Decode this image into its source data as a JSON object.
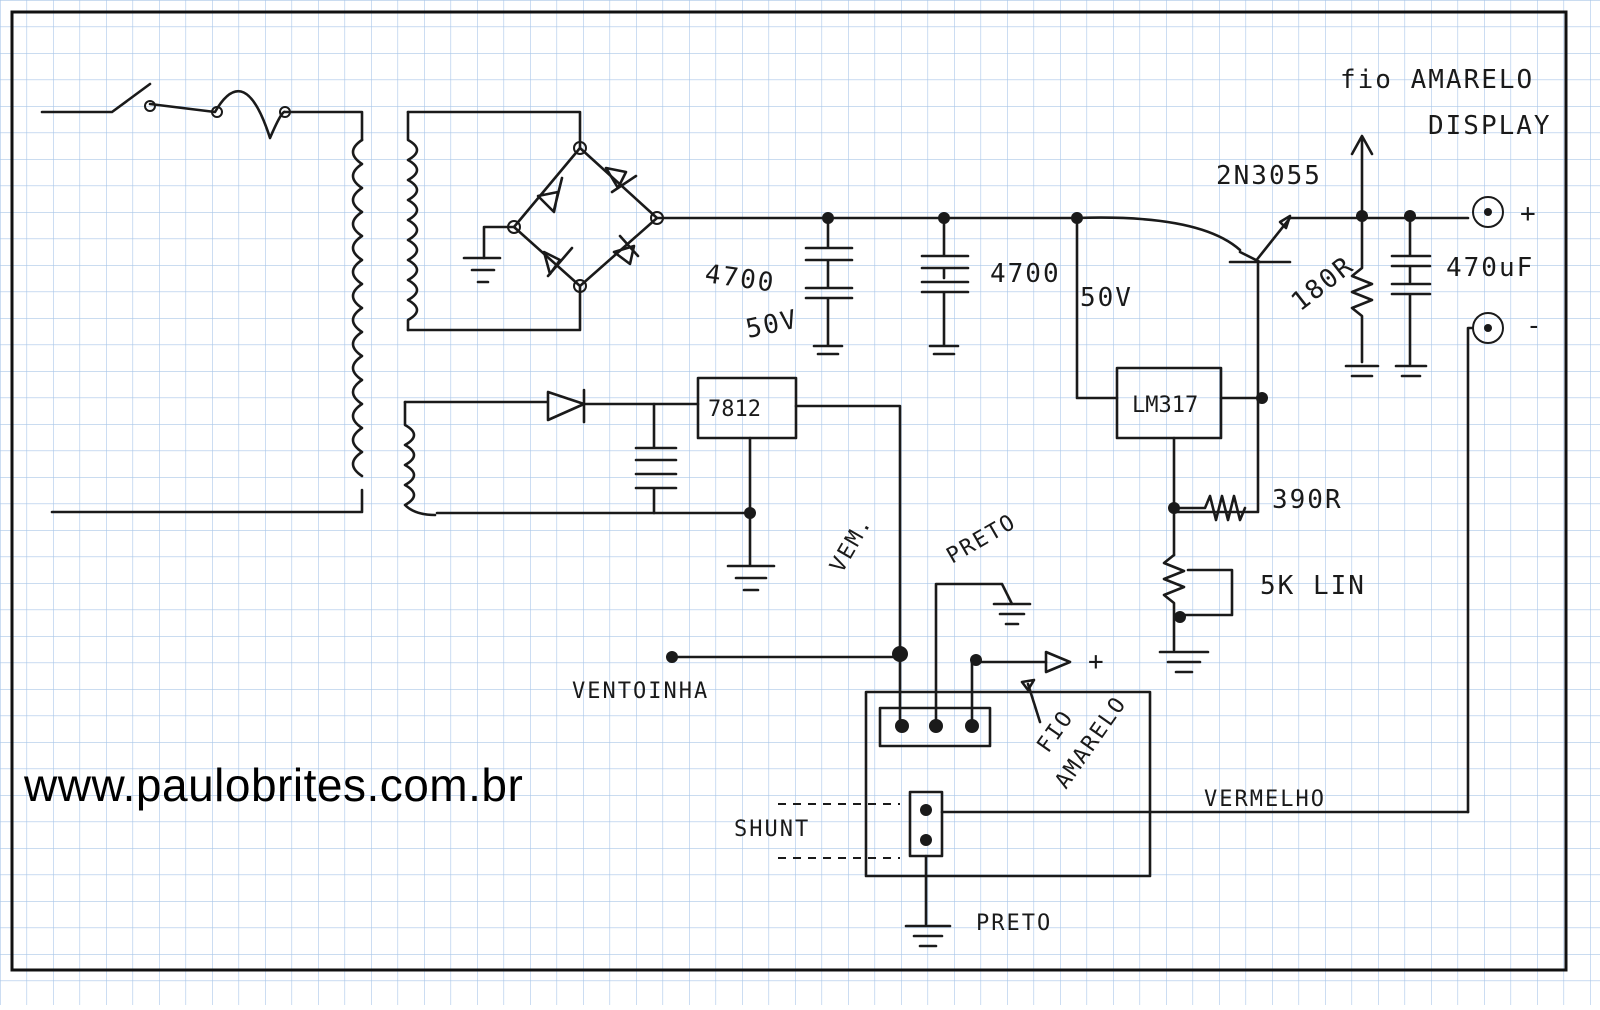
{
  "website": "www.paulobrites.com.br",
  "labels": {
    "fio_amarelo_display_line1": "fio AMARELO",
    "fio_amarelo_display_line2": "DISPLAY",
    "transistor": "2N3055",
    "cap1_value": "4700",
    "cap1_voltage": "50V",
    "cap2_value": "4700",
    "cap2_voltage": "50V",
    "resistor_180": "180R",
    "cap_470": "470uF",
    "plus_out": "+",
    "minus_out": "-",
    "regulator_7812": "7812",
    "regulator_lm317": "LM317",
    "resistor_390": "390R",
    "pot_5k": "5K LIN",
    "vem": "VEM.",
    "preto_top": "PRETO",
    "plus_meter": "+",
    "ventoinha": "VENTOINHA",
    "fio_amarelo_meter_line1": "FIO",
    "fio_amarelo_meter_line2": "AMARELO",
    "vermelho": "VERMELHO",
    "shunt": "SHUNT",
    "preto_bottom": "PRETO"
  },
  "colors": {
    "ink": "#1a1a1a",
    "grid": "#a9c6e8",
    "paper": "#ffffff"
  }
}
